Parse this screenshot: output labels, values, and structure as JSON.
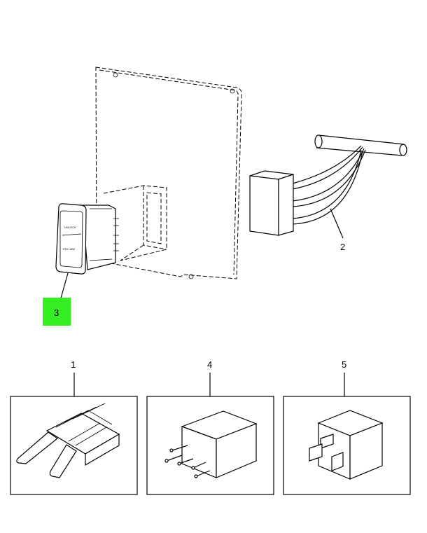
{
  "callouts": {
    "c1": "1",
    "c2": "2",
    "c3": "3",
    "c4": "4",
    "c5": "5"
  },
  "switch_labels": {
    "top": "UNLOCK",
    "bottom": "5TH JAW"
  },
  "colors": {
    "highlight": "#33ee22",
    "line": "#000000"
  }
}
